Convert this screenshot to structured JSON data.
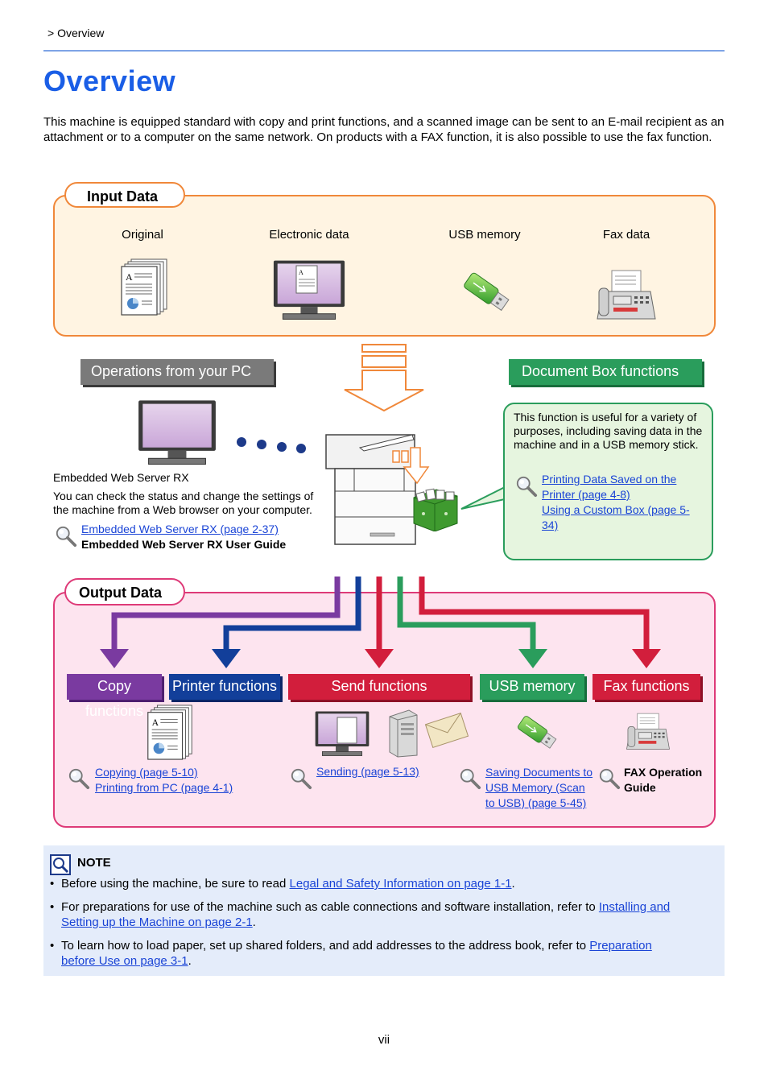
{
  "breadcrumb": "> Overview",
  "title": "Overview",
  "intro": "This machine is equipped standard with copy and print functions, and a scanned image can be sent to an E-mail recipient as an attachment or to a computer on the same network. On products with a FAX function, it is also possible to use the fax function.",
  "input_data": {
    "heading": "Input Data",
    "items": [
      "Original",
      "Electronic data",
      "USB memory",
      "Fax data"
    ]
  },
  "operations_pc": {
    "tag": "Operations from your PC",
    "title": "Embedded Web Server RX",
    "description": "You can check the status and change the settings of the machine from a Web browser on your computer.",
    "link": "Embedded Web Server RX (page 2-37)",
    "guide": "Embedded Web Server RX User Guide"
  },
  "document_box": {
    "tag": "Document Box functions",
    "description": "This function is useful for a variety of purposes, including saving data in the machine and in a USB memory stick.",
    "link1_line1": "Printing Data Saved on the ",
    "link1_line2": "Printer (page 4-8)",
    "link2_line1": "Using a Custom Box (page 5-",
    "link2_line2": "34)"
  },
  "output_data": {
    "heading": "Output Data",
    "buttons": [
      "Copy functions",
      "Printer functions",
      "Send functions",
      "USB memory",
      "Fax functions"
    ],
    "colors": {
      "copy": "#7a3aa0",
      "printer": "#123f9a",
      "send": "#d21e3c",
      "usb": "#2a9d5c",
      "fax": "#d21e3c"
    },
    "copy_links": [
      "Copying (page 5-10)",
      "Printing from PC (page 4-1)"
    ],
    "send_link": "Sending (page 5-13)",
    "usb_links": [
      "Saving Documents to ",
      "USB Memory (Scan ",
      "to USB) (page 5-45)"
    ],
    "fax_guide_line1": "FAX Operation",
    "fax_guide_line2": "Guide"
  },
  "note": {
    "label": "NOTE",
    "item1_text": "Before using the machine, be sure to read ",
    "item1_link": "Legal and Safety Information on page 1-1",
    "item1_end": ".",
    "item2_text": "For preparations for use of the machine such as cable connections and software installation, refer to ",
    "item2_link1": "Installing and ",
    "item2_link2": "Setting up the Machine on page 2-1",
    "item2_end": ".",
    "item3_text": "To learn how to load paper, set up shared folders, and add addresses to the address book, refer to ",
    "item3_link1": "Preparation ",
    "item3_link2": "before Use on page 3-1",
    "item3_end": "."
  },
  "page_number": "vii",
  "icon_names": [
    "document-stack-icon",
    "monitor-icon",
    "usb-stick-icon",
    "fax-machine-icon",
    "mfp-printer-icon",
    "document-box-icon",
    "server-tower-icon",
    "envelope-icon",
    "magnifier-icon",
    "note-icon"
  ]
}
